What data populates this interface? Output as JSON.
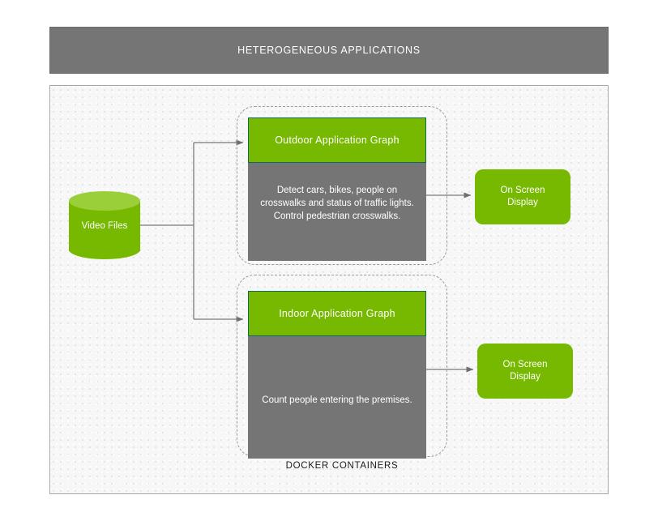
{
  "header": {
    "title": "HETEROGENEOUS APPLICATIONS"
  },
  "diagram": {
    "source_node": {
      "label": "Video Files",
      "shape": "cylinder",
      "color": "#76b900",
      "top_color": "#9bcf3a"
    },
    "docker_caption": "DOCKER CONTAINERS",
    "containers": [
      {
        "id": "outdoor",
        "title": "Outdoor Application Graph",
        "description": "Detect cars, bikes, people on crosswalks and status of traffic lights. Control pedestrian crosswalks.",
        "title_color": "#76b900",
        "body_color": "#757575",
        "output": {
          "label": "On Screen Display",
          "line1": "On Screen",
          "line2": "Display",
          "color": "#76b900"
        }
      },
      {
        "id": "indoor",
        "title": "Indoor Application Graph",
        "description": "Count people entering the premises.",
        "title_color": "#76b900",
        "body_color": "#757575",
        "output": {
          "label": "On Screen Display",
          "line1": "On Screen",
          "line2": "Display",
          "color": "#76b900"
        }
      }
    ]
  },
  "colors": {
    "header_bg": "#757575",
    "panel_bg": "#f7f7f7",
    "accent_green": "#76b900",
    "light_green": "#9bcf3a",
    "gray_body": "#757575",
    "connector": "#7a7a7a",
    "dashed_border": "#9a9a9a",
    "text_light": "#ffffff",
    "text_dark": "#1b1b1b"
  }
}
